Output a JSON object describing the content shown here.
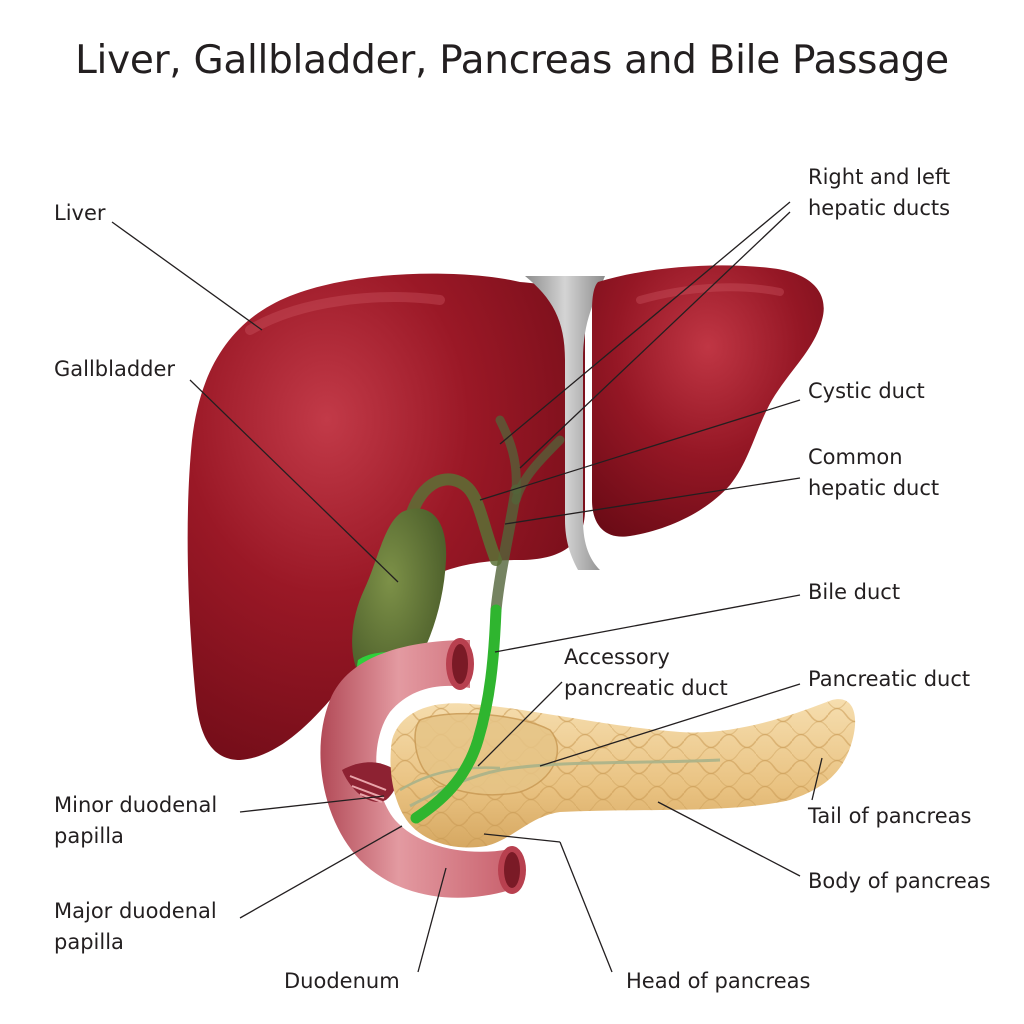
{
  "title": "Liver, Gallbladder, Pancreas and Bile Passage",
  "labels": {
    "liver": "Liver",
    "gallbladder": "Gallbladder",
    "right_left_hepatic_ducts": "Right and left\nhepatic ducts",
    "cystic_duct": "Cystic duct",
    "common_hepatic_duct": "Common\nhepatic duct",
    "bile_duct": "Bile duct",
    "accessory_pancreatic_duct": "Accessory\npancreatic duct",
    "pancreatic_duct": "Pancreatic duct",
    "tail_of_pancreas": "Tail of pancreas",
    "body_of_pancreas": "Body of pancreas",
    "minor_duodenal_papilla": "Minor duodenal\npapilla",
    "major_duodenal_papilla": "Major duodenal\npapilla",
    "duodenum": "Duodenum",
    "head_of_pancreas": "Head of pancreas"
  },
  "colors": {
    "liver": "#8e1421",
    "ligament": "#a7a7a7",
    "gallbladder": "#5a7035",
    "bile_duct": "#2fb52f",
    "pancreas": "#edc98a",
    "duodenum": "#d9838c",
    "leader_line": "#231f20"
  }
}
